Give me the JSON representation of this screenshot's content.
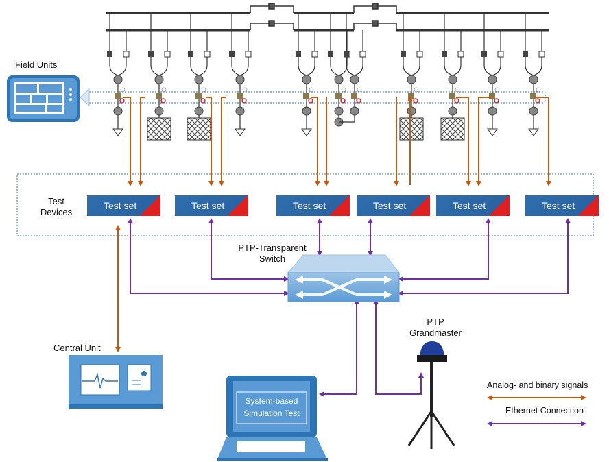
{
  "labels": {
    "field_units": "Field Units",
    "test_devices_line1": "Test",
    "test_devices_line2": "Devices",
    "ptp_switch_line1": "PTP-Transparent",
    "ptp_switch_line2": "Switch",
    "ptp_grandmaster_line1": "PTP",
    "ptp_grandmaster_line2": "Grandmaster",
    "central_unit": "Central Unit",
    "laptop_line1": "System-based",
    "laptop_line2": "Simulation Test"
  },
  "test_sets": [
    "Test set",
    "Test set",
    "Test set",
    "Test set",
    "Test set",
    "Test set"
  ],
  "legend": {
    "analog": "Analog- and binary signals",
    "ethernet": "Ethernet Connection"
  },
  "colors": {
    "analog_arrow": "#c55a11",
    "ethernet_arrow": "#7030a0",
    "device_blue": "#2e75b6",
    "light_blue": "#5b9bd5",
    "accent_red": "#e02020"
  }
}
